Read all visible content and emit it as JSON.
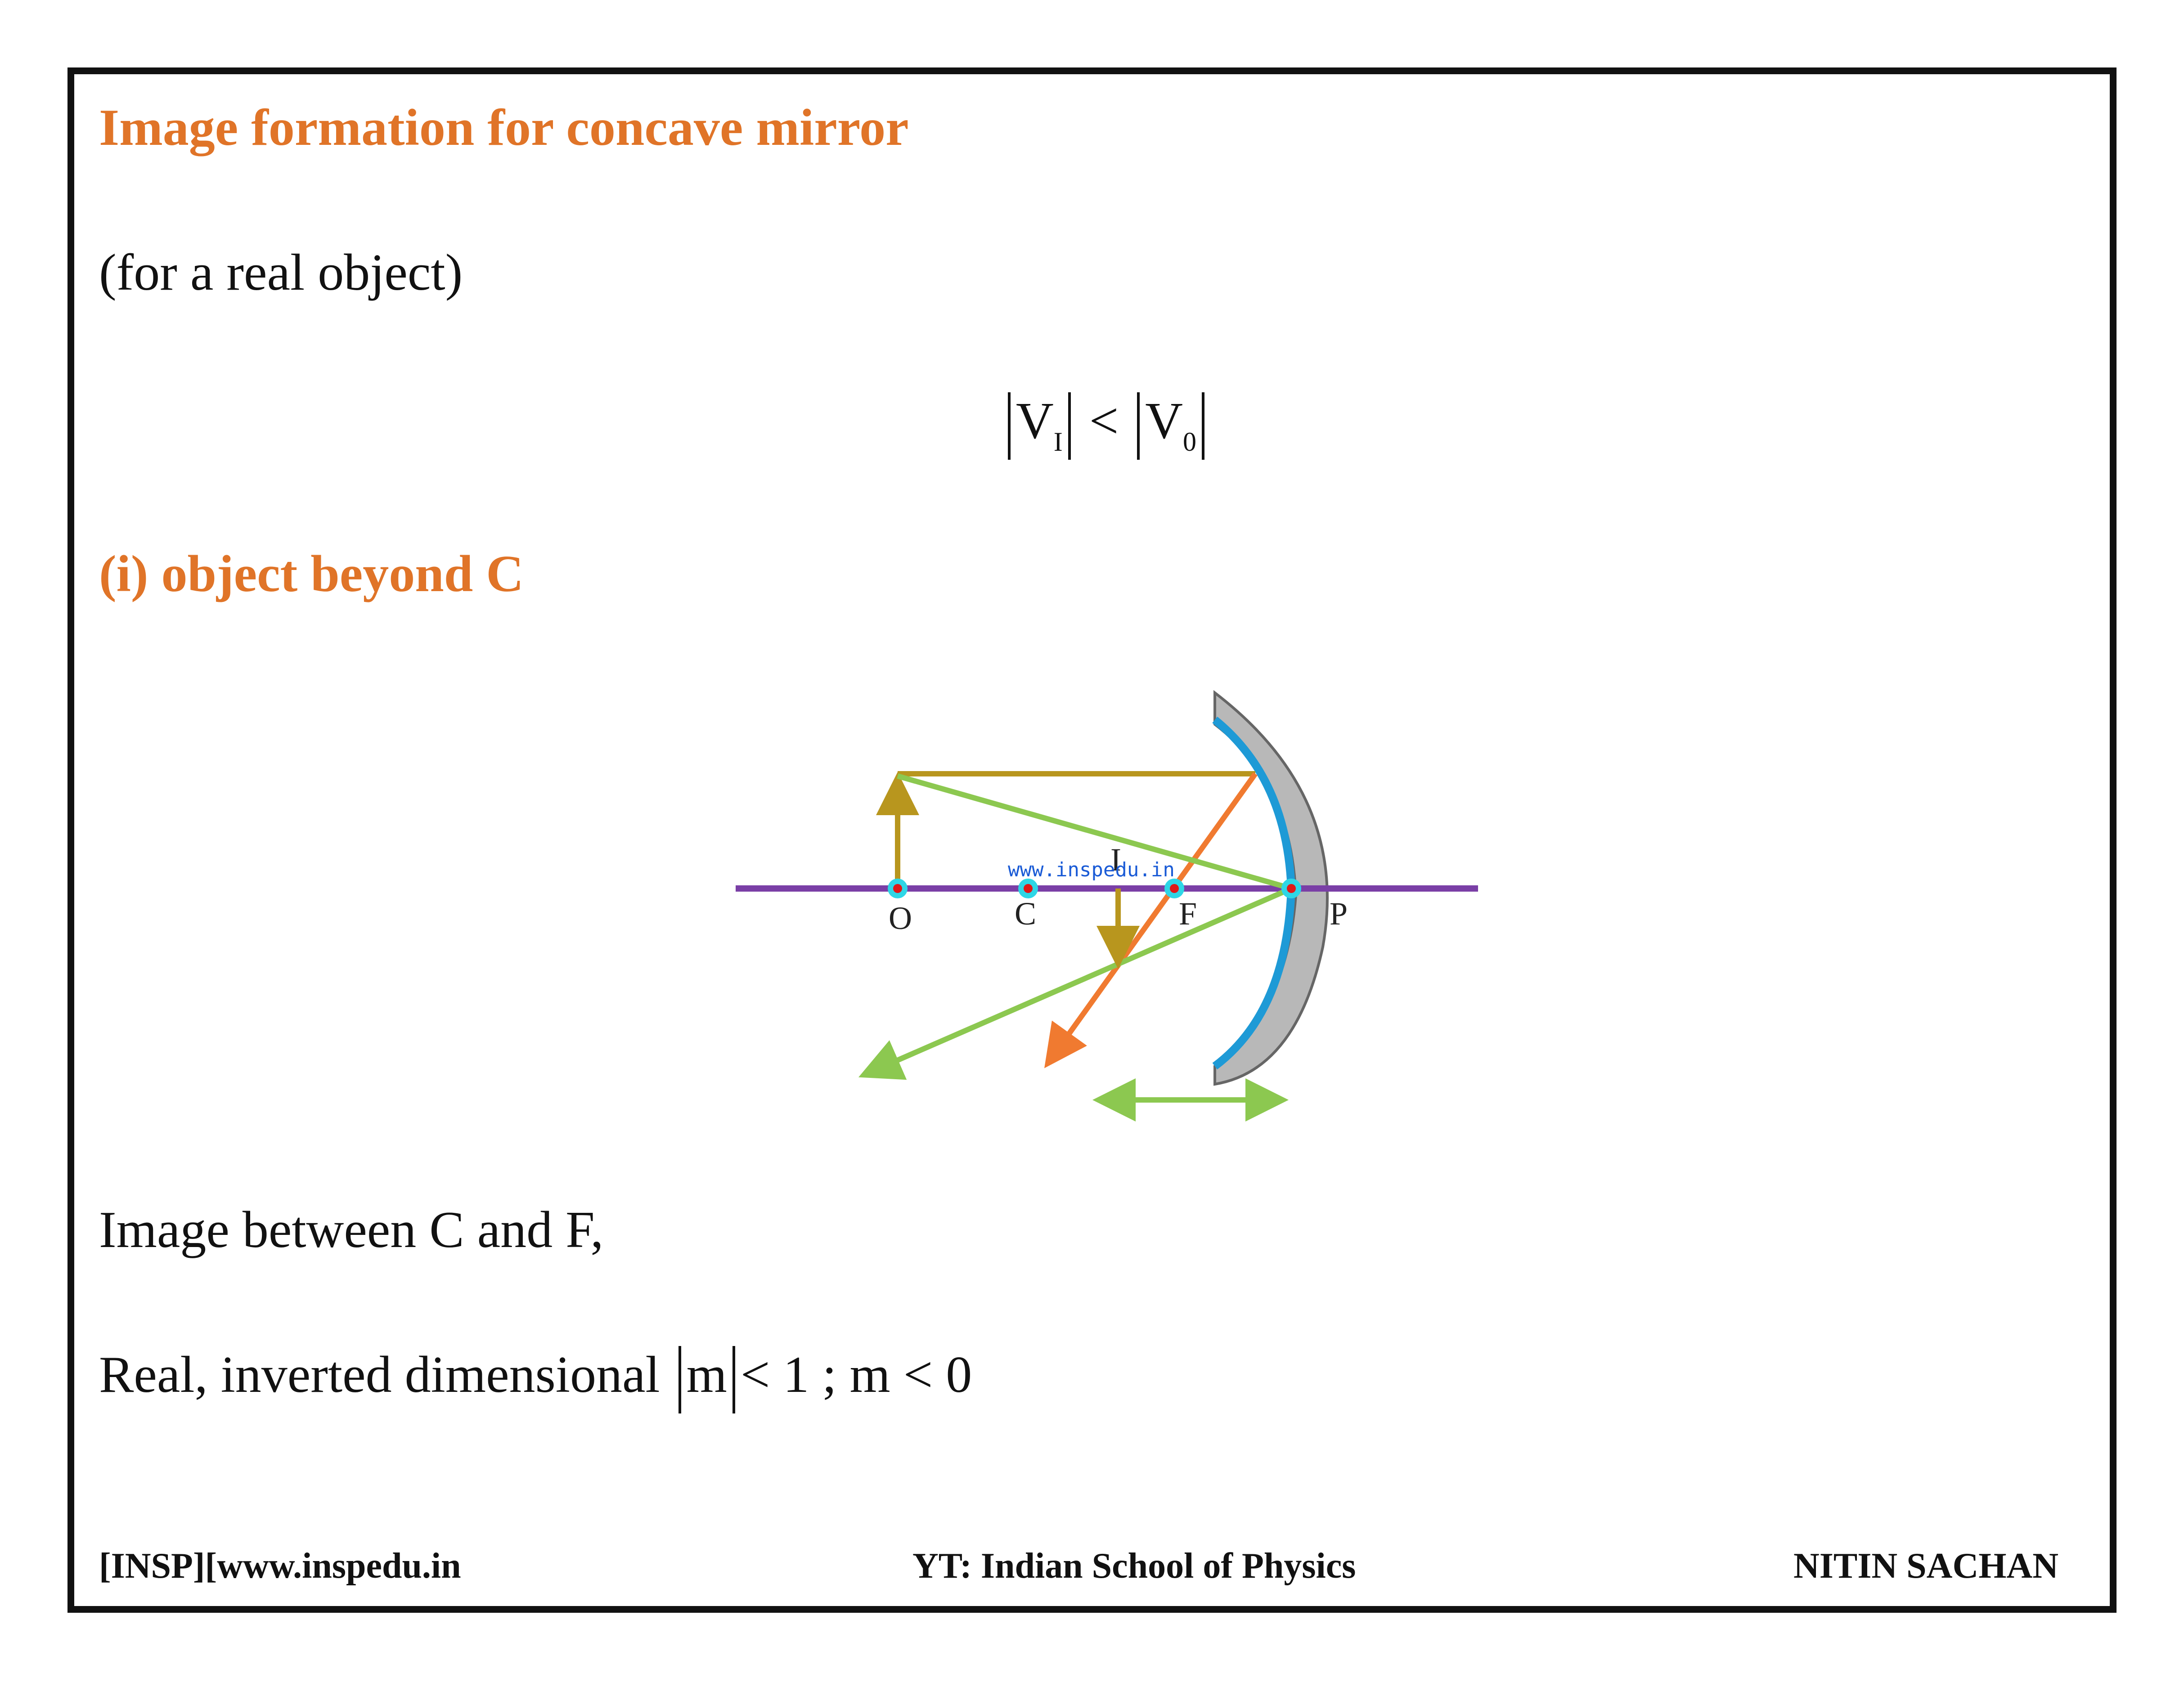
{
  "slide": {
    "title": "Image formation for concave mirror",
    "subtitle": "(for a real object)",
    "equation": {
      "lhs": "V",
      "lhs_sub": "I",
      "op": "<",
      "rhs": "V",
      "rhs_sub": "0"
    },
    "section": "(i) object beyond C",
    "result_line1": "Image between C and F,",
    "result_line2_text": "Real, inverted dimensional",
    "result_line2_math": {
      "m": "m",
      "rel1": "< 1  ;  m < 0"
    }
  },
  "diagram": {
    "labels": {
      "O": "O",
      "C": "C",
      "F": "F",
      "P": "P",
      "I": "I"
    },
    "watermark": "www.inspedu.in",
    "colors": {
      "axis": "#7a3fa6",
      "object_ray": "#b8961e",
      "ray_green": "#8cc850",
      "ray_orange": "#f07a30",
      "mirror_blue": "#1e9ad6",
      "mirror_gray": "#b8b8b8",
      "point_cyan": "#2ed6e6",
      "point_red": "#e01818"
    }
  },
  "footer": {
    "left": "[INSP][www.inspedu.in",
    "center": "YT: Indian School of Physics",
    "right": "NITIN SACHAN"
  }
}
